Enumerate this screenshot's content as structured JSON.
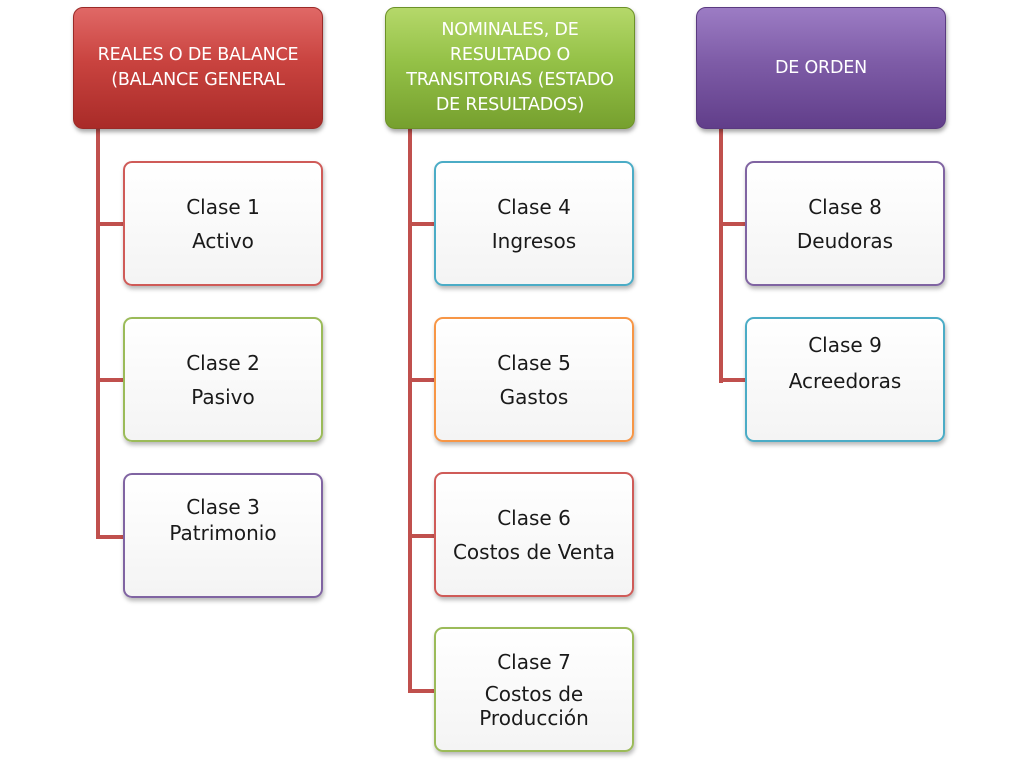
{
  "columns": [
    {
      "header": "REALES O DE BALANCE\n(BALANCE GENERAL",
      "color": "#c0504d",
      "items": [
        {
          "line1": "Clase 1",
          "line2": "Activo",
          "border": "#cf5b58"
        },
        {
          "line1": "Clase 2",
          "line2": "Pasivo",
          "border": "#9bbb59"
        },
        {
          "line1": "Clase 3",
          "line2": "Patrimonio",
          "border": "#8064a2"
        }
      ]
    },
    {
      "header": "NOMINALES, DE\nRESULTADO O\nTRANSITORIAS (ESTADO\nDE RESULTADOS)",
      "color": "#9bbb59",
      "items": [
        {
          "line1": "Clase 4",
          "line2": "Ingresos",
          "border": "#4bacc6"
        },
        {
          "line1": "Clase 5",
          "line2": "Gastos",
          "border": "#f79646"
        },
        {
          "line1": "Clase 6",
          "line2": "Costos de Venta",
          "border": "#cf5b58"
        },
        {
          "line1": "Clase 7",
          "line2": "Costos de\nProducción",
          "border": "#9bbb59"
        }
      ]
    },
    {
      "header": "DE ORDEN",
      "color": "#8064a2",
      "items": [
        {
          "line1": "Clase 8",
          "line2": "Deudoras",
          "border": "#8064a2"
        },
        {
          "line1": "Clase 9",
          "line2": "Acreedoras",
          "border": "#4bacc6"
        }
      ]
    }
  ],
  "connector_color": "#c0504d"
}
